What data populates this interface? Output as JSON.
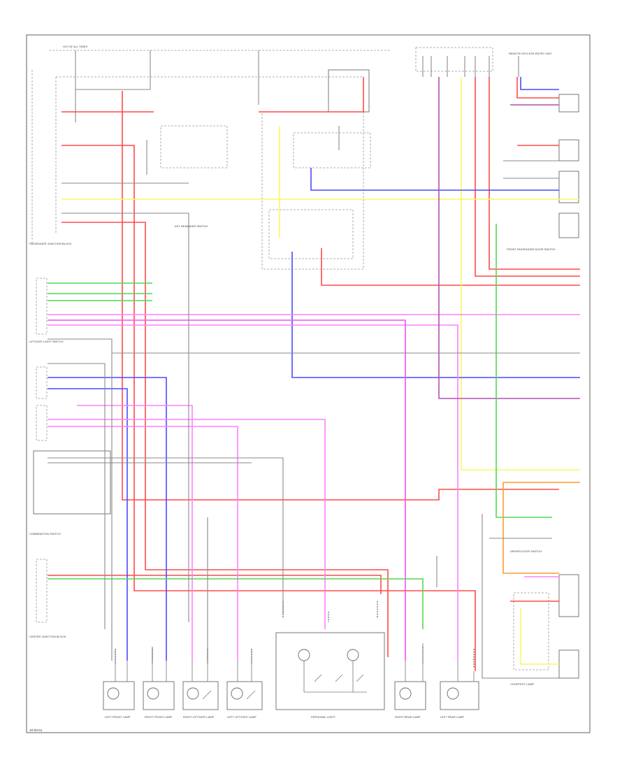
{
  "diagram": {
    "footer_code": "10-00-01"
  },
  "colors": {
    "red": "#ff4a4a",
    "pink": "#ff80ff",
    "magenta": "#f050f0",
    "blue": "#4a4aff",
    "yellow": "#f8f860",
    "green": "#52d852",
    "purple": "#b050b0",
    "orange": "#ff9a30",
    "gray": "#8a8a8a",
    "black": "#444444"
  },
  "components": {
    "left_front_lamp": "LEFT FRONT LAMP",
    "right_front_lamp": "RIGHT FRONT LAMP",
    "right_liftgate_lamp": "RIGHT LIFTGATE LAMP",
    "left_liftgate_lamp": "LEFT LIFTGATE LAMP",
    "personal_light": "PERSONAL LIGHT",
    "right_rear_lamp": "RIGHT REAR LAMP",
    "left_rear_lamp": "LEFT REAR LAMP",
    "passenger_junction_block": "PASSENGER JUNCTION BLOCK",
    "liftgate_light_switch": "LIFTGATE LIGHT SWITCH",
    "combination_switch": "COMBINATION SWITCH",
    "center_junction_block": "CENTER JUNCTION BLOCK",
    "driver_door_switch": "DRIVER DOOR SWITCH",
    "courtesy_lamp": "COURTESY LAMP",
    "hot_at_all_times": "HOT AT ALL TIMES",
    "remote_keyless": "REMOTE KEYLESS ENTRY UNIT",
    "key_reminder": "KEY REMINDER SWITCH",
    "front_passenger": "FRONT PASSENGER DOOR SWITCH"
  }
}
